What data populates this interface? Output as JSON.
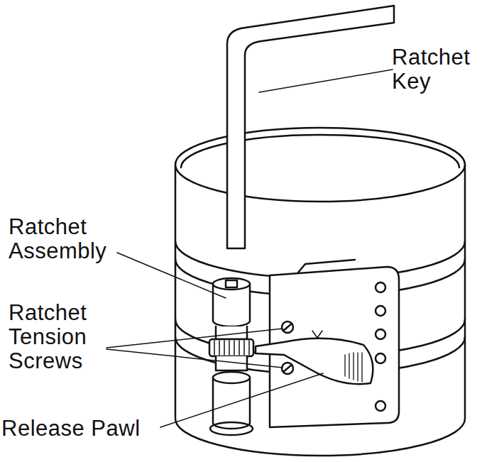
{
  "diagram": {
    "labels": [
      "Ratchet Key",
      "Ratchet Assembly",
      "Ratchet Tension Screws",
      "Release Pawl"
    ]
  }
}
